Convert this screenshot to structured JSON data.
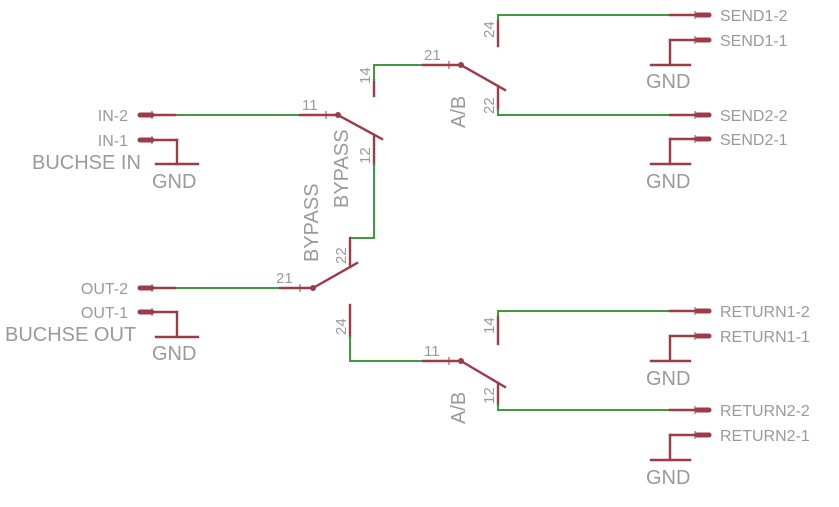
{
  "schematic": {
    "colors": {
      "wire": "#3f9a3f",
      "symbol": "#9c3c48",
      "text": "#9a9a9a",
      "background": "#ffffff"
    },
    "connectors": {
      "buchse_in": {
        "name": "BUCHSE IN",
        "pins": [
          "IN-2",
          "IN-1"
        ],
        "gnd": "GND"
      },
      "buchse_out": {
        "name": "BUCHSE OUT",
        "pins": [
          "OUT-2",
          "OUT-1"
        ],
        "gnd": "GND"
      },
      "send1": {
        "pins": [
          "SEND1-2",
          "SEND1-1"
        ],
        "gnd": "GND"
      },
      "send2": {
        "pins": [
          "SEND2-2",
          "SEND2-1"
        ],
        "gnd": "GND"
      },
      "return1": {
        "pins": [
          "RETURN1-2",
          "RETURN1-1"
        ],
        "gnd": "GND"
      },
      "return2": {
        "pins": [
          "RETURN2-2",
          "RETURN2-1"
        ],
        "gnd": "GND"
      }
    },
    "switches": {
      "bypass_a": {
        "name": "BYPASS",
        "pins": [
          "11",
          "12"
        ]
      },
      "bypass_b": {
        "name": "BYPASS",
        "pins": [
          "21",
          "22",
          "24"
        ]
      },
      "ab_top": {
        "name": "A/B",
        "pins": [
          "21",
          "22",
          "24",
          "14"
        ]
      },
      "ab_bottom": {
        "name": "A/B",
        "pins": [
          "11",
          "12",
          "14"
        ]
      }
    }
  }
}
